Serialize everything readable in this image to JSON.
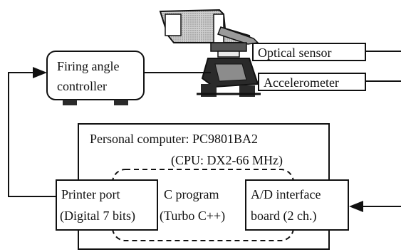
{
  "labels": {
    "optical_sensor": "Optical sensor",
    "accelerometer": "Accelerometer",
    "controller_line1": "Firing angle",
    "controller_line2": "controller",
    "pc_title": "Personal computer: PC9801BA2",
    "cpu": "(CPU: DX2-66 MHz)",
    "printer_line1": "Printer port",
    "printer_line2": "(Digital 7 bits)",
    "program_line1": "C program",
    "program_line2": "(Turbo C++)",
    "ad_line1": "A/D interface",
    "ad_line2": "board (2 ch.)"
  },
  "colors": {
    "line": "#111111",
    "device_body": "#bdbdbd",
    "device_dark": "#2a2a2a",
    "background": "#ffffff"
  },
  "icons": {
    "test_rig": "mechanical-rig-icon",
    "arrowheads": "arrowhead-icon"
  }
}
